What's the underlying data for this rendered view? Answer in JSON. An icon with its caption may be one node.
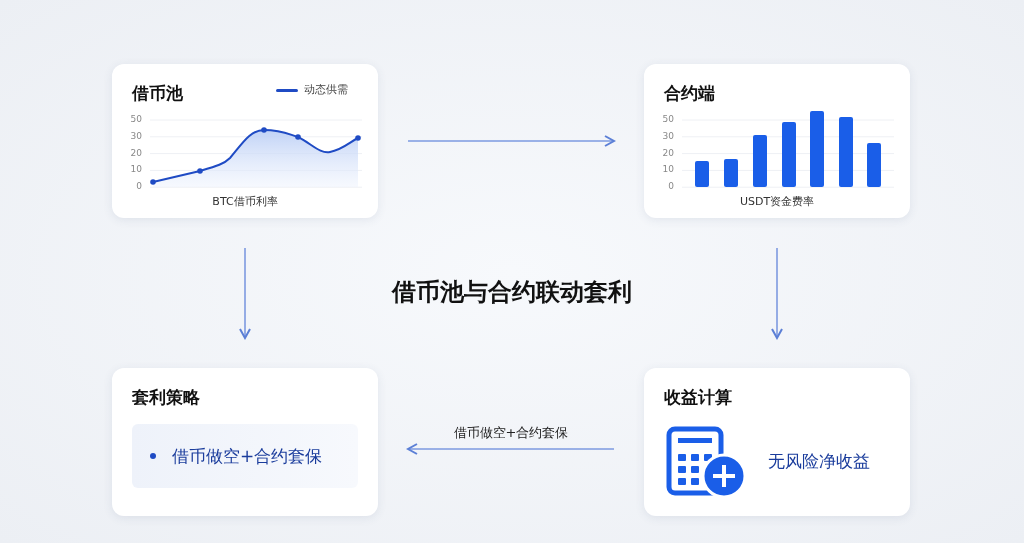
{
  "diagram": {
    "title": "借币池与合约联动套利",
    "nodes": [
      {
        "text": [
          "借币池",
          "BTC借币利率"
        ]
      },
      {
        "text": [
          "合约端",
          "USDT资金费率"
        ]
      },
      {
        "text": [
          "套利策略"
        ]
      },
      {
        "text": [
          "借币做空+合约套保"
        ],
        "in": 2
      },
      {
        "text": [
          "收益计算",
          "无风险净收益"
        ]
      }
    ],
    "edges": [
      {
        "from": 0,
        "to": 1,
        "arrow": "to"
      },
      {
        "from": 0,
        "to": 2,
        "arrow": "to"
      },
      {
        "from": 1,
        "to": 4,
        "arrow": "to"
      },
      {
        "from": 4,
        "to": 2,
        "arrow": "to",
        "label": "借币做空+合约套保"
      }
    ],
    "labels": [
      "50",
      "30",
      "20",
      "10",
      "0",
      "50",
      "30",
      "20",
      "10",
      "0"
    ],
    "legend": [
      {
        "text": "动态供需"
      }
    ]
  }
}
